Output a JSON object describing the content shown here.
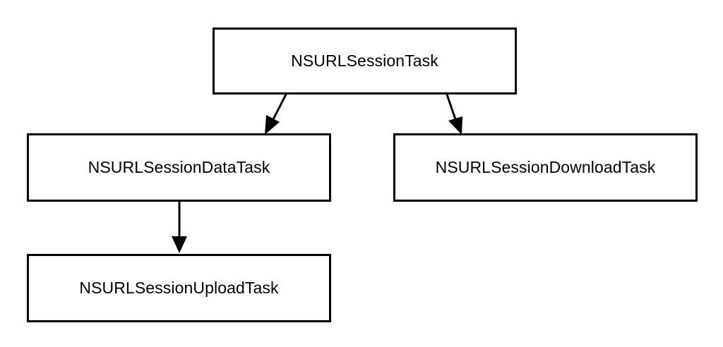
{
  "diagram": {
    "nodes": {
      "root": "NSURLSessionTask",
      "data_task": "NSURLSessionDataTask",
      "download_task": "NSURLSessionDownloadTask",
      "upload_task": "NSURLSessionUploadTask"
    },
    "edges": [
      {
        "from": "NSURLSessionTask",
        "to": "NSURLSessionDataTask"
      },
      {
        "from": "NSURLSessionTask",
        "to": "NSURLSessionDownloadTask"
      },
      {
        "from": "NSURLSessionDataTask",
        "to": "NSURLSessionUploadTask"
      }
    ]
  }
}
